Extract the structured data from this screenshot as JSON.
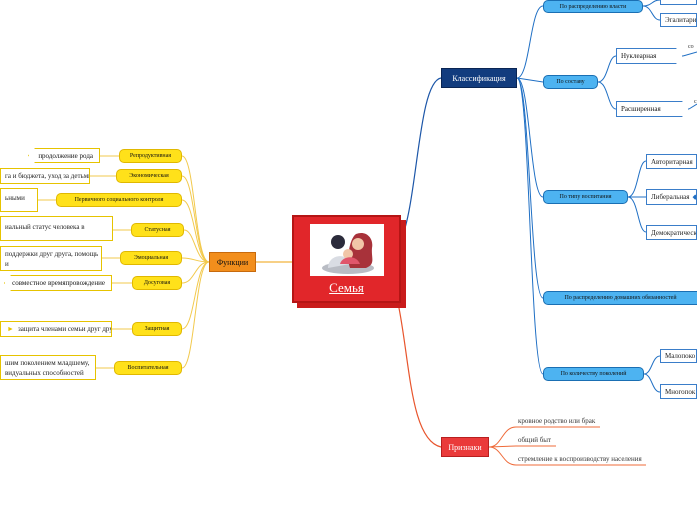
{
  "central": {
    "label": "Семья",
    "icon": "family-illustration"
  },
  "colors": {
    "central": "#e1262a",
    "functions": "#f28e1c",
    "functions_children": "#ffe11a",
    "classification": "#123c7e",
    "classification_children": "#4db3f1",
    "signs": "#ea3a3a"
  },
  "functions": {
    "label": "Функции",
    "items": [
      {
        "label": "Репродуктивная",
        "detail": "продолжение рода"
      },
      {
        "label": "Экономическая",
        "detail": "га и бюджета, уход за детьми,"
      },
      {
        "label": "Первичного социального контроля",
        "detail": "ьными"
      },
      {
        "label": "Статусная",
        "detail": "иальный статус человека в"
      },
      {
        "label": "Эмоциальная",
        "detail": "поддержки друг друга, помощь",
        "detail2": "и"
      },
      {
        "label": "Досуговая",
        "detail": "совместное времяпровождение"
      },
      {
        "label": "Защитная",
        "detail": "защита членами семьи друг друга"
      },
      {
        "label": "Воспитательная",
        "detail": "шим поколением младшему,",
        "detail2": "видуальных способностей"
      }
    ]
  },
  "classification": {
    "label": "Классификация",
    "items": [
      {
        "label": "По распределению власти",
        "children": [
          "",
          "Эгалитари"
        ]
      },
      {
        "label": "По составу",
        "children": [
          "Нуклеарная",
          "Расширенная"
        ],
        "notes": [
          "со",
          "с"
        ]
      },
      {
        "label": "По типу воспитания",
        "children": [
          "Авторитарная",
          "Либеральная",
          "Демократическ"
        ]
      },
      {
        "label": "По распределению домашних обязанностей"
      },
      {
        "label": "По количеству поколений",
        "children": [
          "Малопоко",
          "Многопок"
        ]
      }
    ]
  },
  "signs": {
    "label": "Признаки",
    "items": [
      "кровное родство или брак",
      "общий быт",
      "стремление к воспроизводству населения"
    ]
  }
}
